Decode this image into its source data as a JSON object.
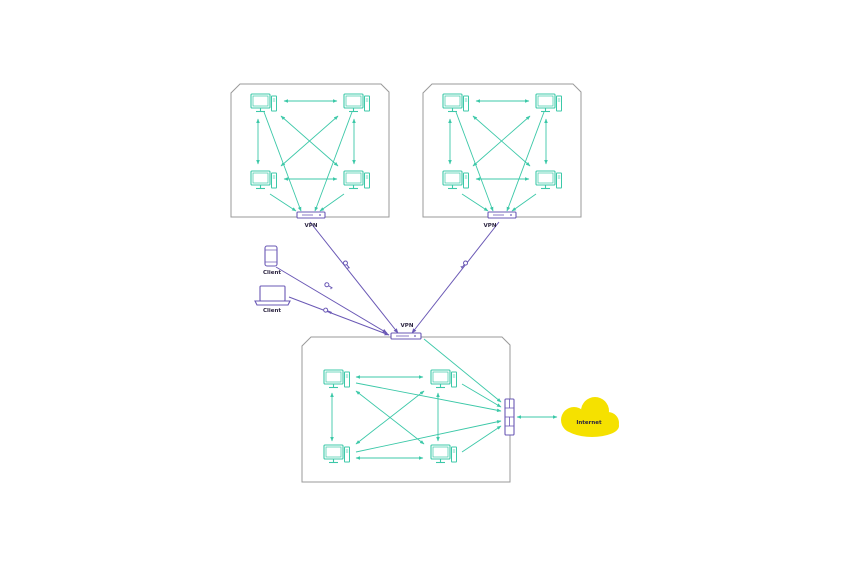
{
  "labels": {
    "vpn_left": "VPN",
    "vpn_right": "VPN",
    "vpn_center": "VPN",
    "client_phone": "Client",
    "client_laptop": "Client",
    "internet": "Internet"
  },
  "colors": {
    "teal": "#3cc8a8",
    "purple": "#6a58b5",
    "frame": "#9a9a9a",
    "cloud": "#f5e100",
    "text": "#2b2440"
  },
  "icons": [
    "desktop-computer-icon",
    "vpn-router-icon",
    "firewall-icon",
    "smartphone-icon",
    "laptop-icon",
    "key-icon",
    "cloud-icon"
  ]
}
